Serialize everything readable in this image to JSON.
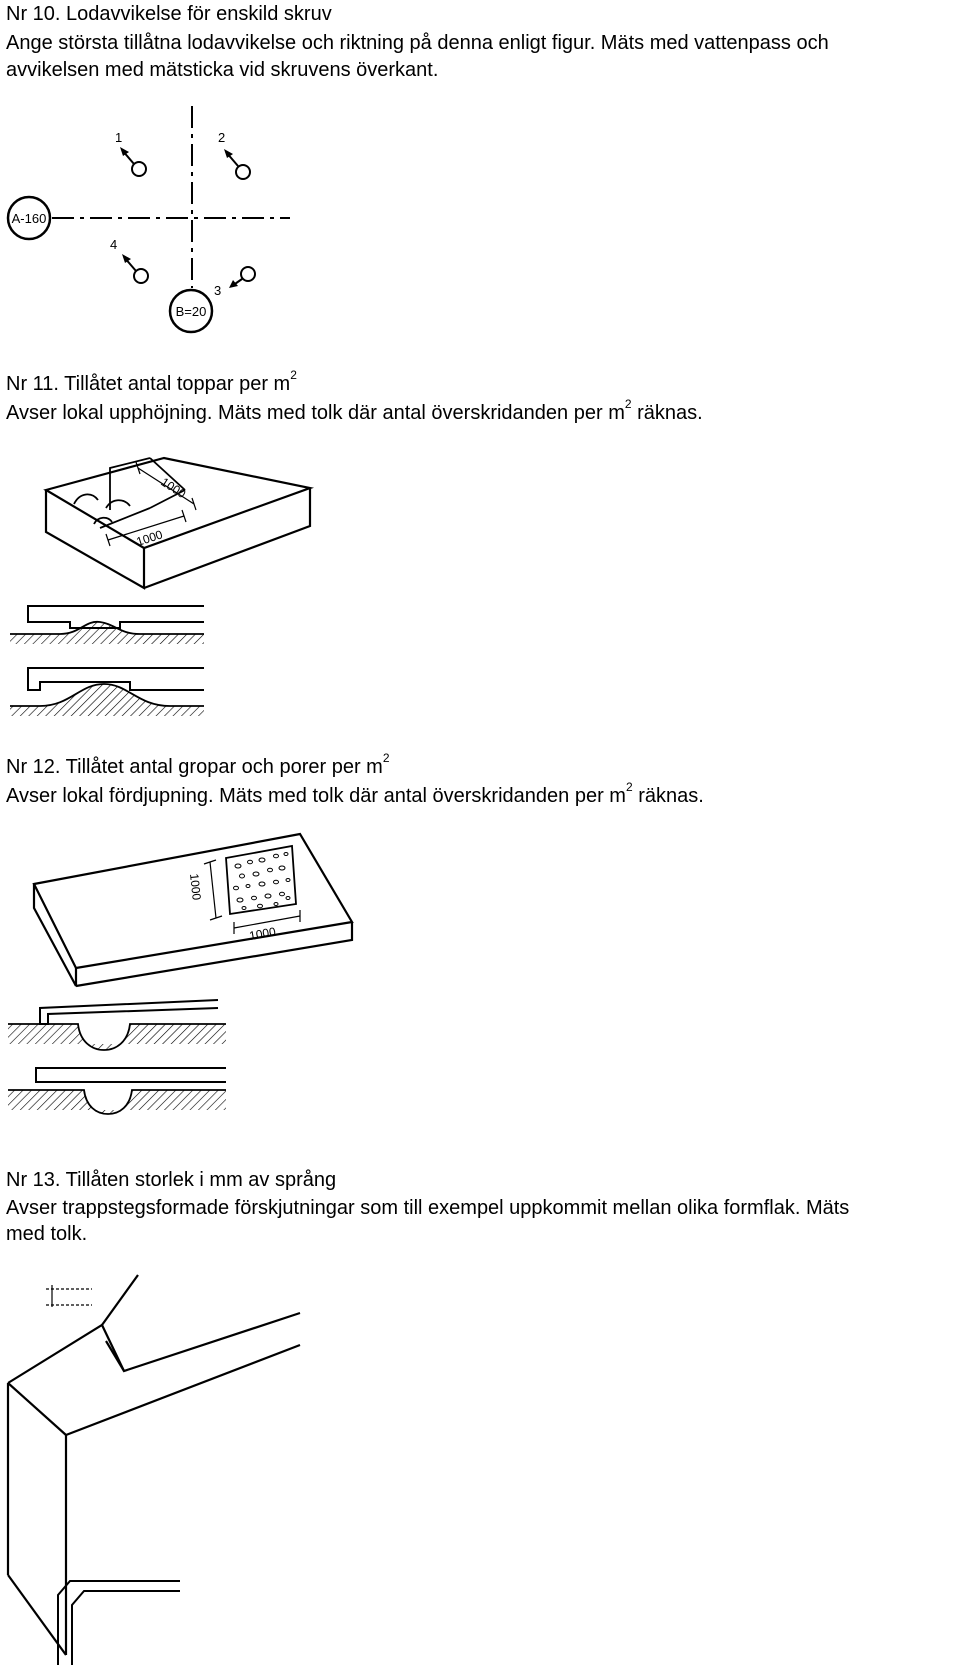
{
  "sections": [
    {
      "heading": "Nr 10. Lodavvikelse för enskild skruv",
      "body_line1": "Ange största tillåtna lodavvikelse och riktning på denna enligt figur. Mäts med vattenpass och",
      "body_line2": "avvikelsen med mätsticka vid skruvens överkant."
    },
    {
      "heading_text": "Nr 11. Tillåtet antal toppar per m",
      "heading_sup": "2",
      "body_pre": "Avser lokal upphöjning. Mäts med tolk där antal överskridanden per m",
      "body_sup": "2",
      "body_post": " räknas."
    },
    {
      "heading_text": "Nr 12. Tillåtet antal gropar och porer per m",
      "heading_sup": "2",
      "body_pre": "Avser lokal fördjupning. Mäts med tolk där antal överskridanden per m",
      "body_sup": "2",
      "body_post": " räknas."
    },
    {
      "heading": "Nr 13. Tillåten storlek i mm av språng",
      "body_line1": "Avser trappstegsformade förskjutningar som till exempel uppkommit mellan olika formflak. Mäts",
      "body_line2": "med tolk."
    }
  ],
  "figure10": {
    "label_a": "A-160",
    "label_b": "B=20",
    "markers": [
      "1",
      "2",
      "3",
      "4"
    ]
  },
  "figure11": {
    "dim_top": "1000",
    "dim_front": "1000"
  },
  "figure12": {
    "dim_side": "1000",
    "dim_front": "1000"
  }
}
